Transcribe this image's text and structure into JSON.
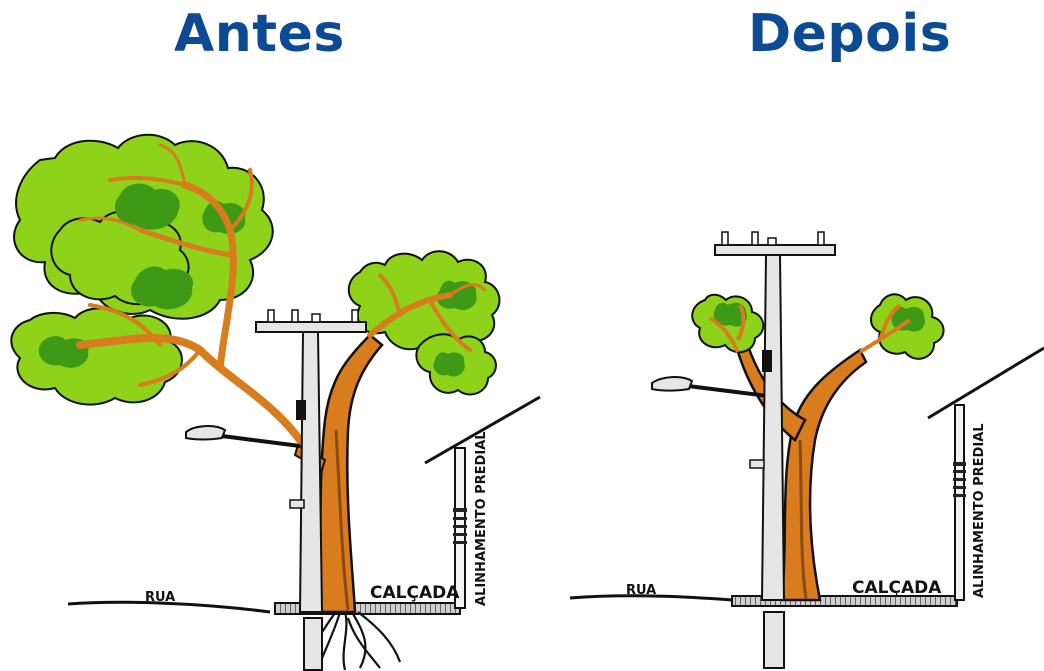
{
  "panels": {
    "before": {
      "title": "Antes",
      "street_label": "RUA",
      "sidewalk_label": "CALÇADA",
      "building_label": "ALINHAMENTO PREDIAL"
    },
    "after": {
      "title": "Depois",
      "street_label": "RUA",
      "sidewalk_label": "CALÇADA",
      "building_label": "ALINHAMENTO PREDIAL"
    }
  },
  "colors": {
    "title": "#0d4a94",
    "foliage_light": "#8ed21a",
    "foliage_dark": "#3e9a16",
    "trunk": "#d87c1e",
    "trunk_dark": "#8a4a10",
    "pole": "#e6e6e6",
    "outline": "#111111"
  }
}
